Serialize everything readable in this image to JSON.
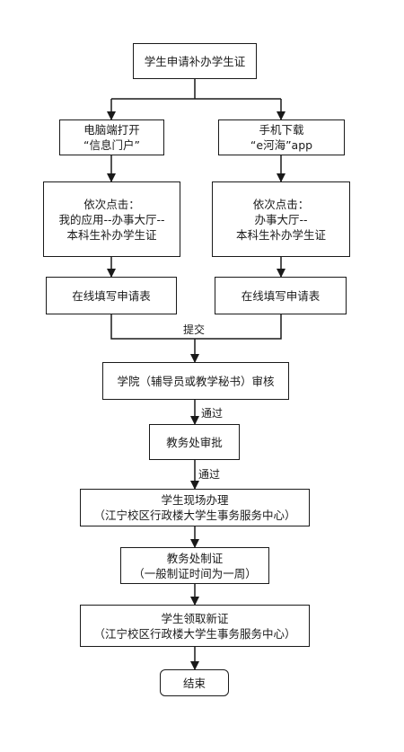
{
  "flow": {
    "start": "学生申请补办学生证",
    "pc": {
      "line1": "电脑端打开",
      "line2": "“信息门户”",
      "steps": {
        "line1": "依次点击：",
        "line2": "我的应用--办事大厅--",
        "line3": "本科生补办学生证"
      },
      "fill": "在线填写申请表"
    },
    "mobile": {
      "line1": "手机下载",
      "line2": "“e河海”app",
      "steps": {
        "line1": "依次点击：",
        "line2": "办事大厅--",
        "line3": "本科生补办学生证"
      },
      "fill": "在线填写申请表"
    },
    "submit_label": "提交",
    "college_review": "学院（辅导员或教学秘书）审核",
    "pass_label_1": "通过",
    "academic_approval": "教务处审批",
    "pass_label_2": "通过",
    "onsite": {
      "line1": "学生现场办理",
      "line2": "（江宁校区行政楼大学生事务服务中心）"
    },
    "make_card": {
      "line1": "教务处制证",
      "line2": "（一般制证时间为一周）"
    },
    "collect": {
      "line1": "学生领取新证",
      "line2": "（江宁校区行政楼大学生事务服务中心）"
    },
    "end": "结束"
  }
}
